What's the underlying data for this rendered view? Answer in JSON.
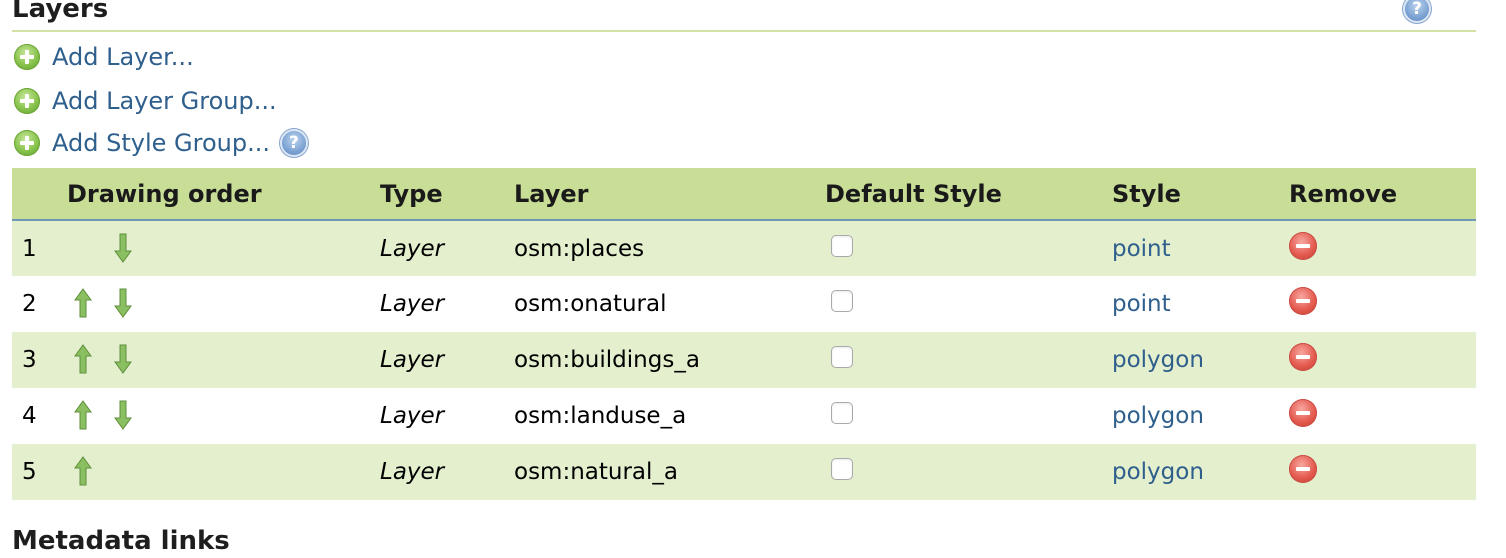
{
  "section": {
    "title": "Layers",
    "help_icon": "help-icon"
  },
  "actions": [
    {
      "label": "Add Layer...",
      "icon": "add-icon"
    },
    {
      "label": "Add Layer Group...",
      "icon": "add-icon"
    },
    {
      "label": "Add Style Group...",
      "icon": "add-icon",
      "help_icon": "help-icon"
    }
  ],
  "table": {
    "columns": [
      "Drawing order",
      "Type",
      "Layer",
      "Default Style",
      "Style",
      "Remove"
    ],
    "rows": [
      {
        "order": "1",
        "can_move_up": false,
        "can_move_down": true,
        "type": "Layer",
        "layer": "osm:places",
        "default_style": false,
        "style": "point"
      },
      {
        "order": "2",
        "can_move_up": true,
        "can_move_down": true,
        "type": "Layer",
        "layer": "osm:onatural",
        "default_style": false,
        "style": "point"
      },
      {
        "order": "3",
        "can_move_up": true,
        "can_move_down": true,
        "type": "Layer",
        "layer": "osm:buildings_a",
        "default_style": false,
        "style": "polygon"
      },
      {
        "order": "4",
        "can_move_up": true,
        "can_move_down": true,
        "type": "Layer",
        "layer": "osm:landuse_a",
        "default_style": false,
        "style": "polygon"
      },
      {
        "order": "5",
        "can_move_up": true,
        "can_move_down": false,
        "type": "Layer",
        "layer": "osm:natural_a",
        "default_style": false,
        "style": "polygon"
      }
    ]
  },
  "next_section": {
    "title": "Metadata links"
  },
  "colors": {
    "header_bg": "#c8dd95",
    "row_alt_bg": "#e4efcd",
    "link": "#2f5f8c",
    "rule": "#d3e2a6"
  }
}
